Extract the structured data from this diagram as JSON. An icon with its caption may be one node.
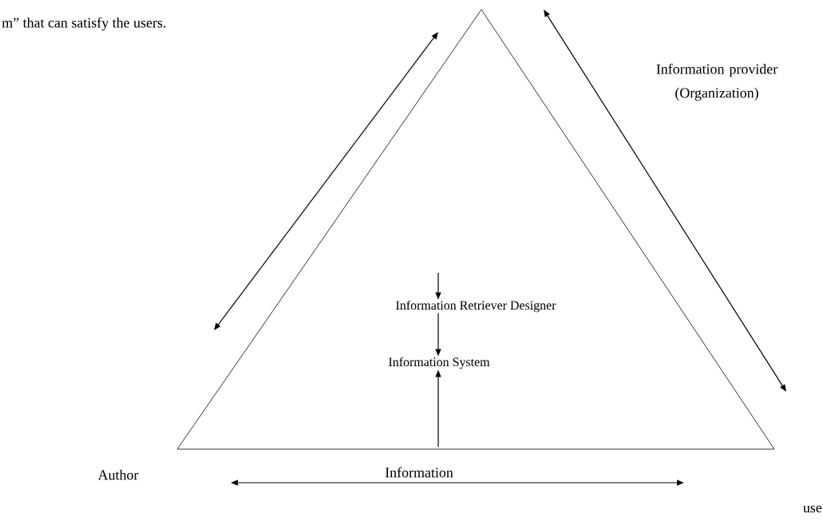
{
  "diagram": {
    "nodes": [
      {
        "text": [],
        "shape": "triangle"
      },
      {
        "text": [
          "Information Retriever Designer"
        ],
        "in": 0
      },
      {
        "text": [
          "Information System"
        ],
        "in": 0
      },
      {
        "text": [
          "Information provider (Organization)"
        ]
      },
      {
        "text": [
          "Author"
        ]
      },
      {
        "text": [
          "use"
        ]
      }
    ],
    "edges": [
      {
        "from": null,
        "to": 1,
        "arrow": "to"
      },
      {
        "from": 1,
        "to": 2,
        "arrow": "to"
      },
      {
        "from": null,
        "to": 2,
        "arrow": "to"
      }
    ],
    "labels": [
      "m” that can satisfy the users.",
      "Information"
    ]
  }
}
